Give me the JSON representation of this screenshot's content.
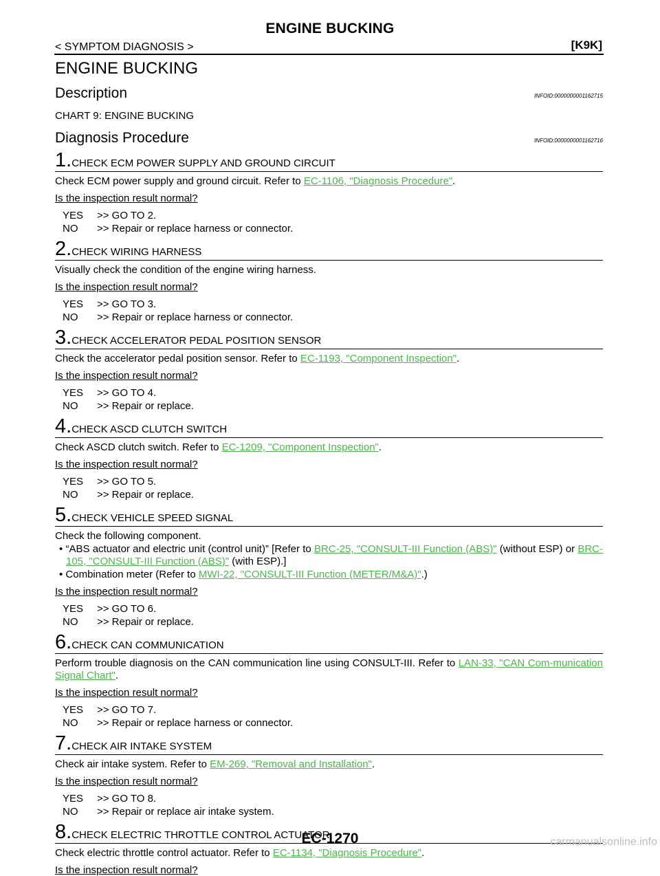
{
  "header": {
    "title": "ENGINE BUCKING",
    "breadcrumb": "< SYMPTOM DIAGNOSIS >",
    "code": "[K9K]"
  },
  "main_title": "ENGINE BUCKING",
  "description": {
    "heading": "Description",
    "infoid": "INFOID:0000000001162715",
    "text": "CHART 9: ENGINE BUCKING"
  },
  "procedure": {
    "heading": "Diagnosis Procedure",
    "infoid": "INFOID:0000000001162716"
  },
  "question": "Is the inspection result normal?",
  "steps": [
    {
      "num": "1.",
      "title": "CHECK ECM POWER SUPPLY AND GROUND CIRCUIT",
      "body_pre": "Check ECM power supply and ground circuit. Refer to ",
      "link": "EC-1106, \"Diagnosis Procedure\"",
      "body_post": ".",
      "yes": ">> GO TO 2.",
      "no": ">> Repair or replace harness or connector."
    },
    {
      "num": "2.",
      "title": "CHECK WIRING HARNESS",
      "body": "Visually check the condition of the engine wiring harness.",
      "yes": ">> GO TO 3.",
      "no": ">> Repair or replace harness or connector."
    },
    {
      "num": "3.",
      "title": "CHECK ACCELERATOR PEDAL POSITION SENSOR",
      "body_pre": "Check the accelerator pedal position sensor. Refer to ",
      "link": "EC-1193, \"Component Inspection\"",
      "body_post": ".",
      "yes": ">> GO TO 4.",
      "no": ">> Repair or replace."
    },
    {
      "num": "4.",
      "title": "CHECK ASCD CLUTCH SWITCH",
      "body_pre": "Check ASCD clutch switch. Refer to ",
      "link": "EC-1209, \"Component Inspection\"",
      "body_post": ".",
      "yes": ">> GO TO 5.",
      "no": ">> Repair or replace."
    },
    {
      "num": "5.",
      "title": "CHECK VEHICLE SPEED SIGNAL",
      "body": "Check the following component.",
      "bullet1_pre": "• “ABS actuator and electric unit (control unit)” [Refer to ",
      "bullet1_link1": "BRC-25, \"CONSULT-III Function (ABS)\"",
      "bullet1_mid": " (without ESP) or ",
      "bullet1_link2": "BRC-105, \"CONSULT-III Function (ABS)\"",
      "bullet1_post": " (with ESP).]",
      "bullet2_pre": "• Combination meter (Refer to ",
      "bullet2_link": "MWI-22, \"CONSULT-III Function (METER/M&A)\"",
      "bullet2_post": ".)",
      "yes": ">> GO TO 6.",
      "no": ">> Repair or replace."
    },
    {
      "num": "6.",
      "title": "CHECK CAN COMMUNICATION",
      "body_pre": "Perform trouble diagnosis on the CAN communication line using CONSULT-III. Refer to ",
      "link": "LAN-33, \"CAN Com-munication Signal Chart\"",
      "body_post": ".",
      "yes": ">> GO TO 7.",
      "no": ">> Repair or replace harness or connector."
    },
    {
      "num": "7.",
      "title": "CHECK AIR INTAKE SYSTEM",
      "body_pre": "Check air intake system. Refer to ",
      "link": "EM-269, \"Removal and Installation\"",
      "body_post": ".",
      "yes": ">> GO TO 8.",
      "no": ">> Repair or replace air intake system."
    },
    {
      "num": "8.",
      "title": "CHECK ELECTRIC THROTTLE CONTROL ACTUATOR",
      "body_pre": "Check electric throttle control actuator. Refer to ",
      "link": "EC-1134, \"Diagnosis Procedure\"",
      "body_post": "."
    }
  ],
  "yes_label": "YES",
  "no_label": "NO",
  "page_number": "EC-1270",
  "watermark": "carmanualsonline.info",
  "colors": {
    "link": "#4cb84c",
    "text": "#000000",
    "watermark": "#bdbdbd"
  }
}
